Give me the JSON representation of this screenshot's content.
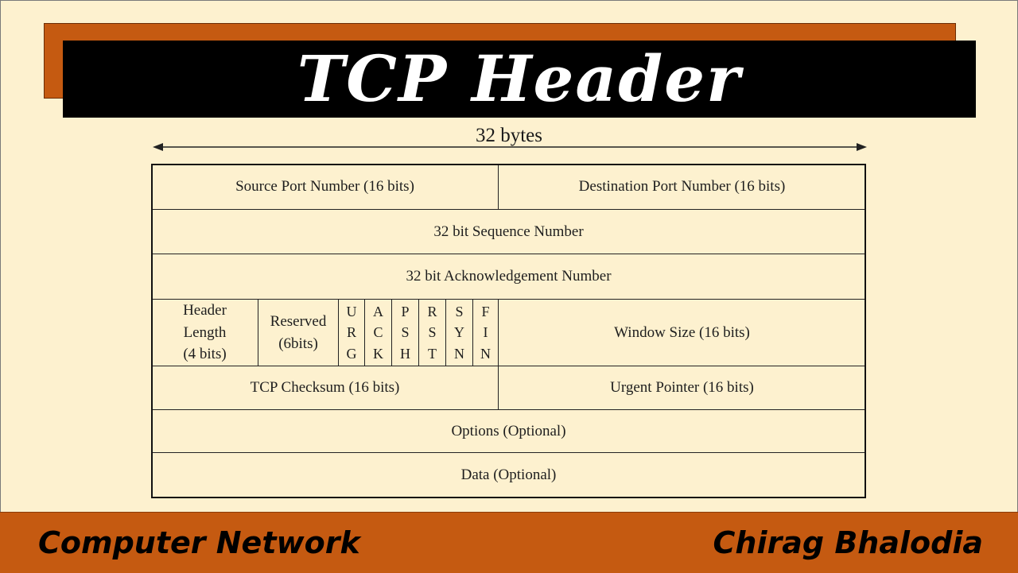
{
  "title": "TCP Header",
  "width_label": "32 bytes",
  "rows": {
    "source_port": "Source Port Number (16 bits)",
    "destination_port": "Destination Port Number (16 bits)",
    "sequence_number": "32 bit Sequence Number",
    "acknowledgement_number": "32 bit Acknowledgement Number",
    "header_length": [
      "Header",
      "Length",
      "(4 bits)"
    ],
    "reserved": [
      "Reserved",
      "(6bits)"
    ],
    "flags": [
      {
        "name": "URG",
        "letters": [
          "U",
          "R",
          "G"
        ]
      },
      {
        "name": "ACK",
        "letters": [
          "A",
          "C",
          "K"
        ]
      },
      {
        "name": "PSH",
        "letters": [
          "P",
          "S",
          "H"
        ]
      },
      {
        "name": "RST",
        "letters": [
          "R",
          "S",
          "T"
        ]
      },
      {
        "name": "SYN",
        "letters": [
          "S",
          "Y",
          "N"
        ]
      },
      {
        "name": "FIN",
        "letters": [
          "F",
          "I",
          "N"
        ]
      }
    ],
    "window_size": "Window Size (16 bits)",
    "checksum": "TCP Checksum (16 bits)",
    "urgent_pointer": "Urgent Pointer (16 bits)",
    "options": "Options (Optional)",
    "data": "Data (Optional)"
  },
  "footer": {
    "left": "Computer Network",
    "right": "Chirag Bhalodia"
  },
  "colors": {
    "background": "#fdf1cf",
    "accent": "#c55a11",
    "title_bar": "#000000",
    "title_text": "#ffffff"
  }
}
